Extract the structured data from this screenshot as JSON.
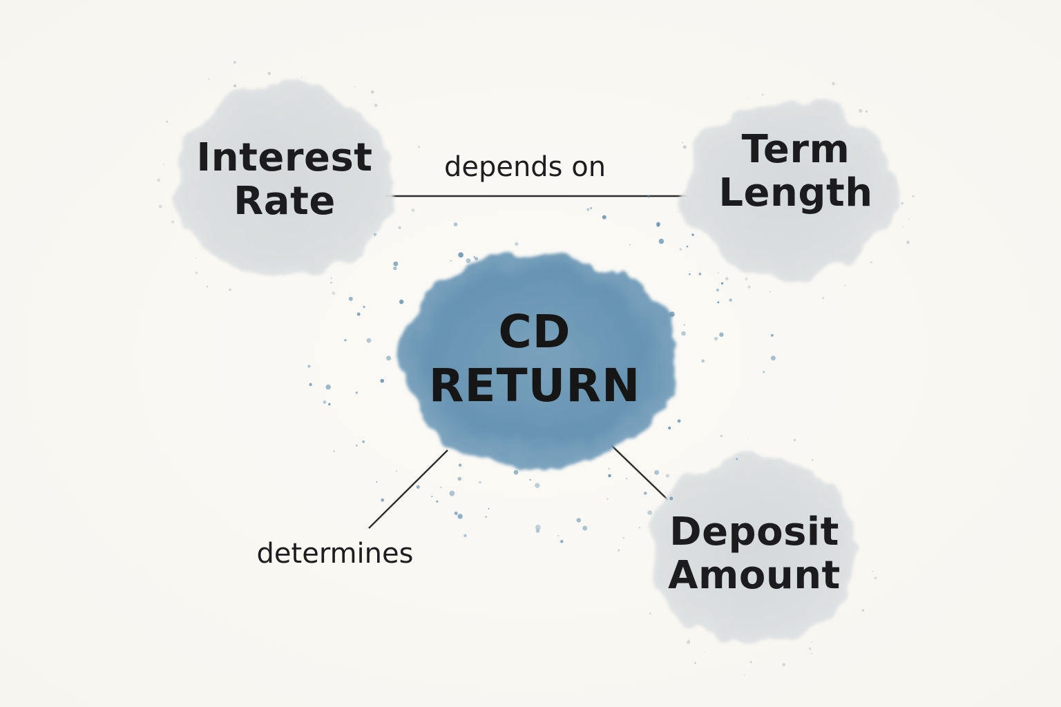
{
  "diagram": {
    "center": {
      "line1": "CD",
      "line2": "RETURN",
      "color": "#5f8fae"
    },
    "nodes": {
      "interest_rate": {
        "line1": "Interest",
        "line2": "Rate",
        "color": "#d9dcdd"
      },
      "term_length": {
        "line1": "Term",
        "line2": "Length",
        "color": "#d6dbde"
      },
      "deposit_amount": {
        "line1": "Deposit",
        "line2": "Amount",
        "color": "#d9dcdd"
      }
    },
    "edges": {
      "depends_on": "depends on",
      "determines": "determines"
    }
  }
}
